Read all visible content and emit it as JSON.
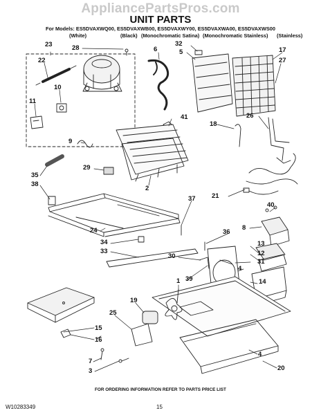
{
  "watermark": "AppliancePartsPros.com",
  "title": "UNIT PARTS",
  "models_line": "For Models: ES5DVAXWQ00, ES5DVAXWB00, ES5DVAXWY00, ES5DVAXWA00, ES5DVAXWS00",
  "variants": [
    "(White)",
    "(Black)",
    "(Monochromatic Satina)",
    "(Monochromatic Stainless)",
    "(Stainless)"
  ],
  "callouts": {
    "c23": "23",
    "c28": "28",
    "c22": "22",
    "c10": "10",
    "c11": "11",
    "c6": "6",
    "c32": "32",
    "c5": "5",
    "c17": "17",
    "c27": "27",
    "c41": "41",
    "c26": "26",
    "c18": "18",
    "c9": "9",
    "c29": "29",
    "c2": "2",
    "c21": "21",
    "c35": "35",
    "c38": "38",
    "c37": "37",
    "c40": "40",
    "c24": "24",
    "c8": "8",
    "c34": "34",
    "c36": "36",
    "c33": "33",
    "c13": "13",
    "c30": "30",
    "c12": "12",
    "c31": "31",
    "c4a": "4",
    "c39": "39",
    "c1": "1",
    "c14": "14",
    "c19": "19",
    "c25": "25",
    "c15": "15",
    "c16": "16",
    "c7": "7",
    "c3": "3",
    "c4b": "4",
    "c20": "20"
  },
  "footer": {
    "ordering": "FOR ORDERING INFORMATION REFER TO PARTS PRICE LIST",
    "doc_number": "W10283349",
    "page_number": "15"
  }
}
